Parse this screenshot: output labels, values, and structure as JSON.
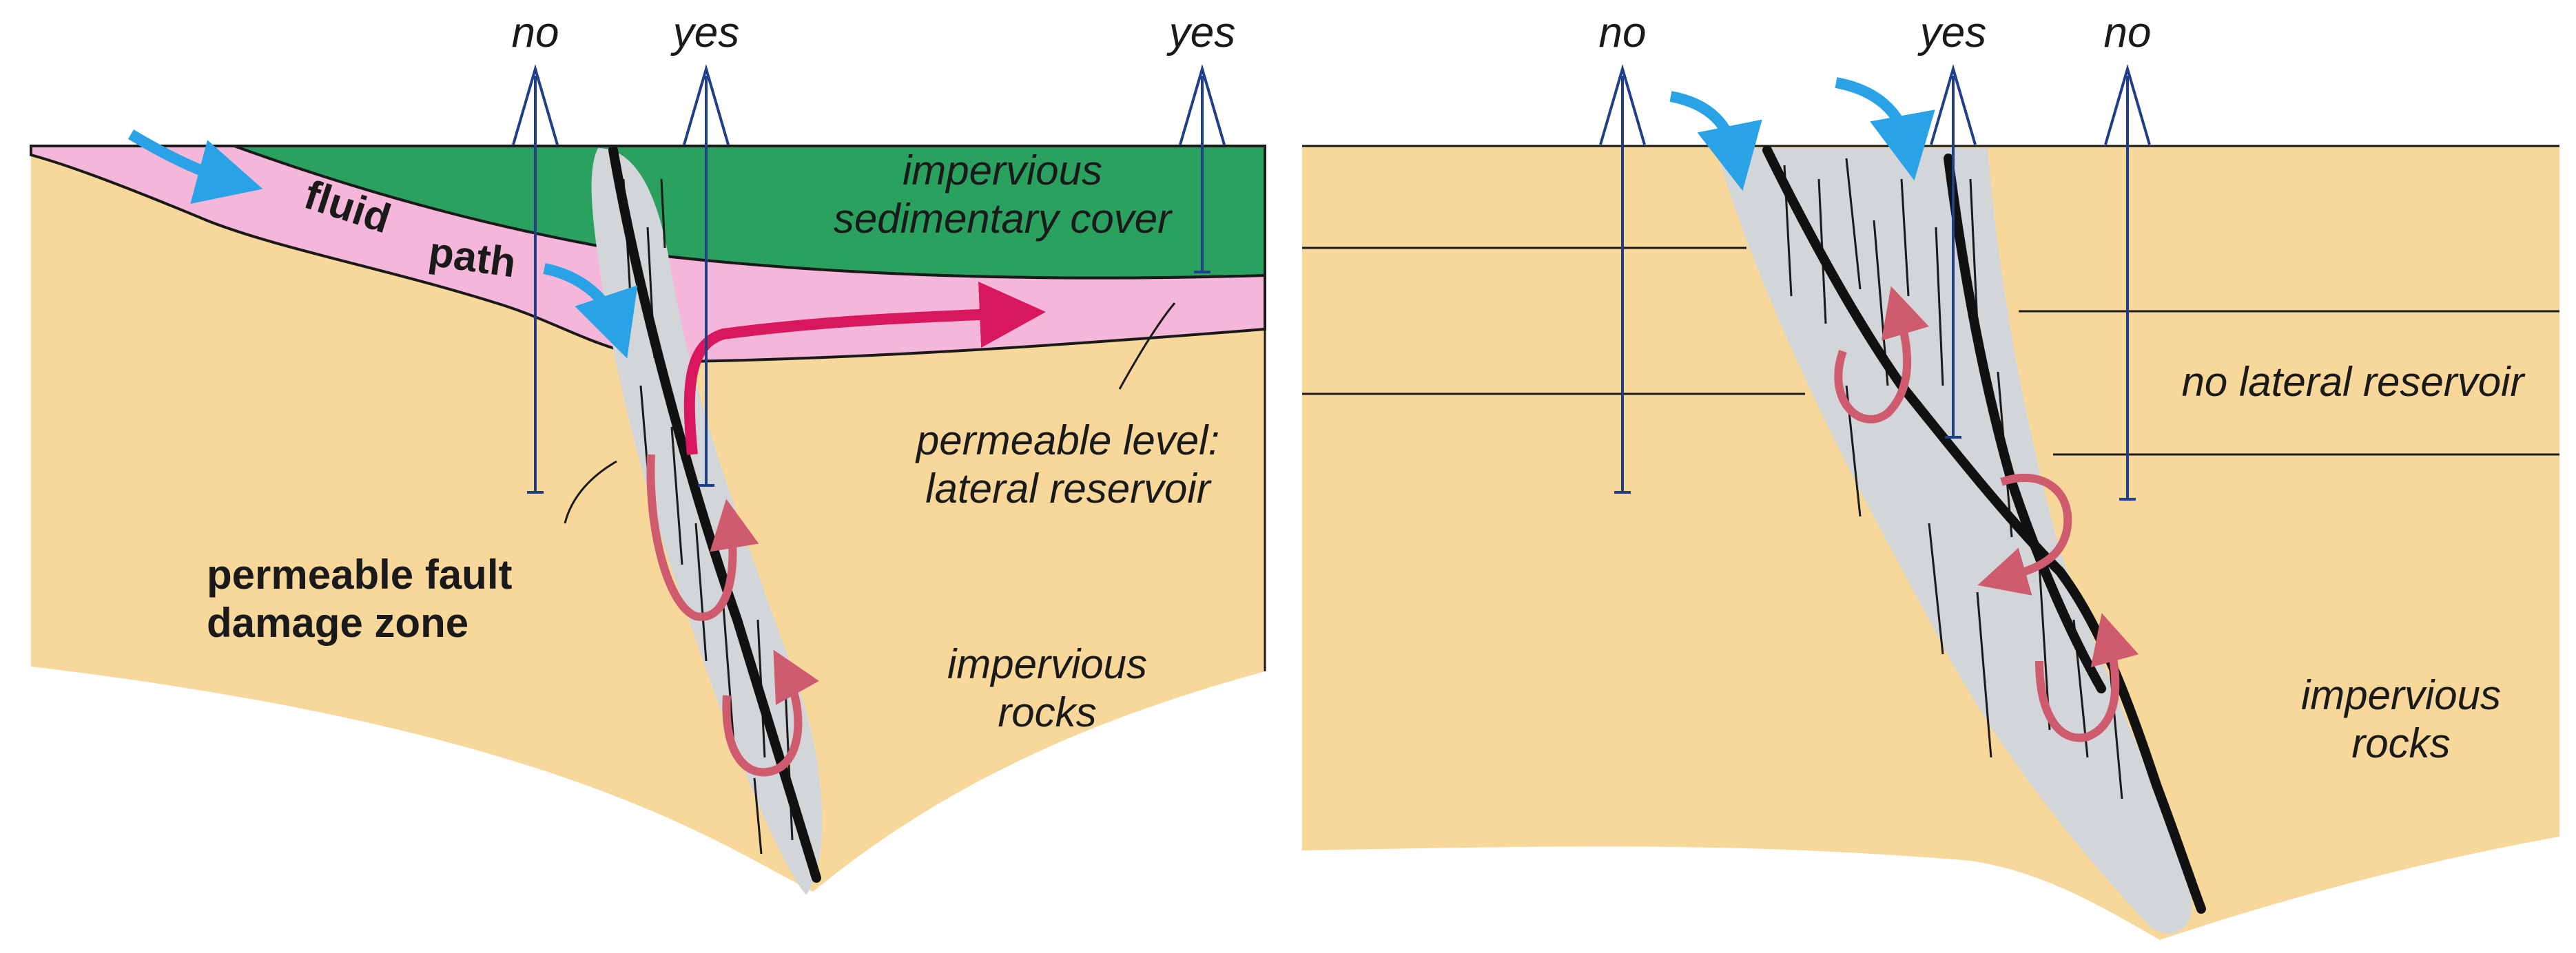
{
  "colors": {
    "rock": "#f8d89a",
    "cover": "#2aa15e",
    "permeable_layer": "#f4b7d9",
    "damage_zone": "#d3d6d9",
    "fault": "#111111",
    "inflow_arrow": "#29a3e6",
    "lateral_flow_arrow": "#d9175c",
    "convection_arrow": "#cf5b6e",
    "well": "#1f3f8a"
  },
  "icons": {
    "well": "well-borehole-icon",
    "inflow": "blue-curved-arrow-icon",
    "convection": "red-loop-arrow-icon"
  },
  "left_panel": {
    "wells": [
      {
        "label": "no"
      },
      {
        "label": "yes"
      },
      {
        "label": "yes"
      }
    ],
    "labels": {
      "cover_line1": "impervious",
      "cover_line2": "sedimentary cover",
      "fluid_path_line1": "fluid",
      "fluid_path_line2": "path",
      "reservoir_line1": "permeable level:",
      "reservoir_line2": "lateral reservoir",
      "damage_line1": "permeable fault",
      "damage_line2": "damage zone",
      "rocks_line1": "impervious",
      "rocks_line2": "rocks"
    }
  },
  "right_panel": {
    "wells": [
      {
        "label": "no"
      },
      {
        "label": "yes"
      },
      {
        "label": "no"
      }
    ],
    "labels": {
      "no_reservoir": "no lateral reservoir",
      "rocks_line1": "impervious",
      "rocks_line2": "rocks"
    }
  }
}
